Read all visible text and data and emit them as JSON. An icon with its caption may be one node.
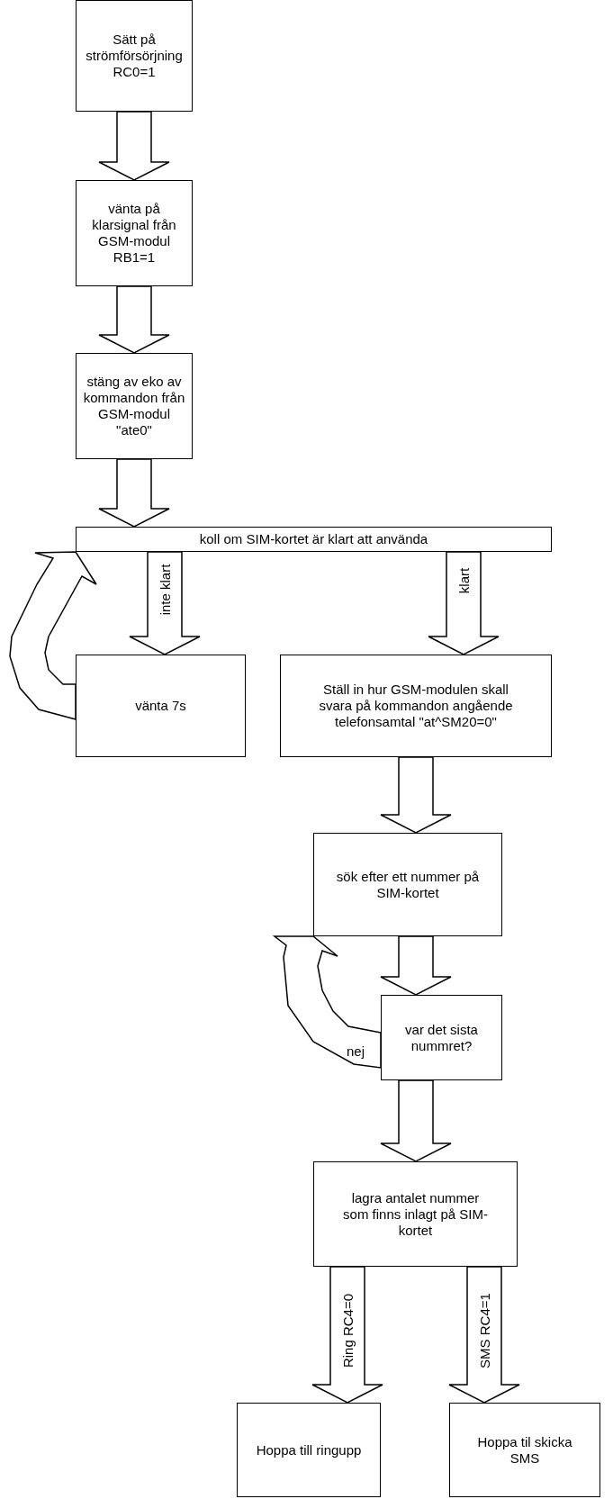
{
  "diagram": {
    "nodes": [
      {
        "text": [
          "Sätt på strömförsörjning RC0=1"
        ]
      },
      {
        "text": [
          "vänta på klarsignal från GSM-modul RB1=1"
        ]
      },
      {
        "text": [
          "stäng av eko av kommandon från GSM-modul \"ate0\""
        ]
      },
      {
        "text": [
          "koll om SIM-kortet är klart att använda"
        ]
      },
      {
        "text": [
          "vänta 7s"
        ]
      },
      {
        "text": [
          "Ställ in hur GSM-modulen skall svara på kommandon angående telefonsamtal \"at^SM20=0\""
        ]
      },
      {
        "text": [
          "sök efter ett nummer på SIM-kortet"
        ]
      },
      {
        "text": [
          "var det sista nummret?"
        ]
      },
      {
        "text": [
          "lagra antalet nummer som finns inlagt på SIM-kortet"
        ]
      },
      {
        "text": [
          "Hoppa till ringupp"
        ]
      },
      {
        "text": [
          "Hoppa til skicka SMS"
        ]
      }
    ],
    "edges": [
      {
        "from": 0,
        "to": 1,
        "arrow": "to"
      },
      {
        "from": 1,
        "to": 2,
        "arrow": "to"
      },
      {
        "from": 2,
        "to": 3,
        "arrow": "to"
      },
      {
        "from": 3,
        "to": 4,
        "arrow": "to",
        "label": "inte klart"
      },
      {
        "from": 3,
        "to": 5,
        "arrow": "to",
        "label": "klart"
      },
      {
        "from": 4,
        "to": 3,
        "arrow": "to"
      },
      {
        "from": 5,
        "to": 6,
        "arrow": "to"
      },
      {
        "from": 6,
        "to": 7,
        "arrow": "to"
      },
      {
        "from": 7,
        "to": 6,
        "arrow": "to",
        "label": "nej"
      },
      {
        "from": 7,
        "to": 8,
        "arrow": "to"
      },
      {
        "from": 8,
        "to": 9,
        "arrow": "to",
        "label": "Ring RC4=0"
      },
      {
        "from": 8,
        "to": 10,
        "arrow": "to",
        "label": "SMS RC4=1"
      }
    ]
  }
}
